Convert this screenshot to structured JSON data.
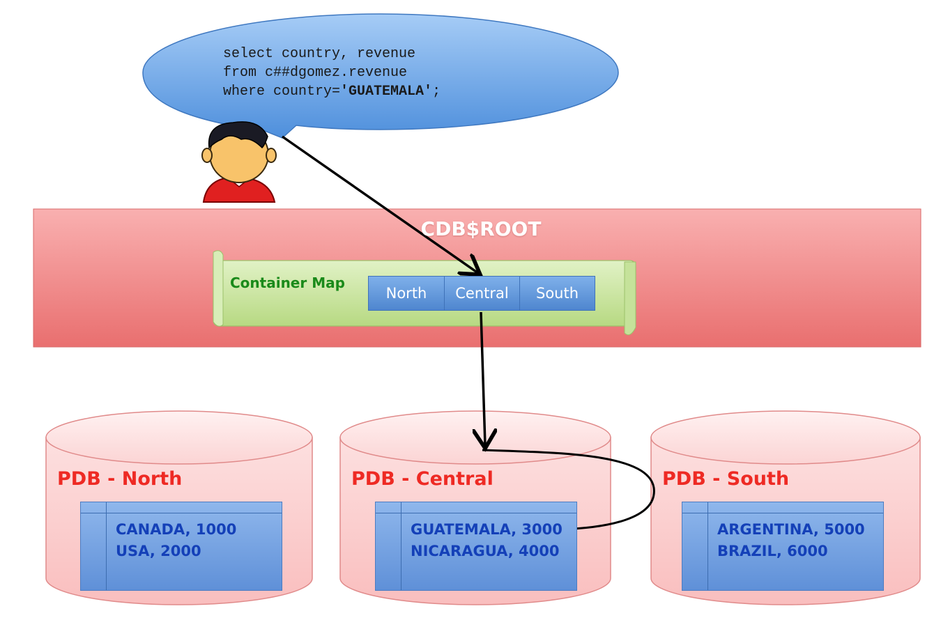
{
  "query": {
    "line1": "select country, revenue",
    "line2": "from c##dgomez.revenue",
    "line3_prefix": "where country=",
    "line3_value": "'GUATEMALA'",
    "line3_suffix": ";"
  },
  "cdb": {
    "title": "CDB$ROOT"
  },
  "container_map": {
    "title": "Container Map",
    "cells": [
      "North",
      "Central",
      "South"
    ]
  },
  "pdbs": [
    {
      "title": "PDB - North",
      "rows": [
        "CANADA, 1000",
        "USA, 2000"
      ]
    },
    {
      "title": "PDB - Central",
      "rows": [
        "GUATEMALA, 3000",
        "NICARAGUA, 4000"
      ]
    },
    {
      "title": "PDB - South",
      "rows": [
        "ARGENTINA, 5000",
        "BRAZIL, 6000"
      ]
    }
  ],
  "icons": {
    "user": "user-avatar-icon"
  },
  "colors": {
    "bubble": "#5b9ee6",
    "cdb_bar": "#f08080",
    "container_map": "#c8e3a0",
    "cell": "#5b8fd6",
    "pdb_cylinder": "#fbc9c9",
    "pdb_title": "#ee2a24",
    "table_text": "#1440b8"
  }
}
